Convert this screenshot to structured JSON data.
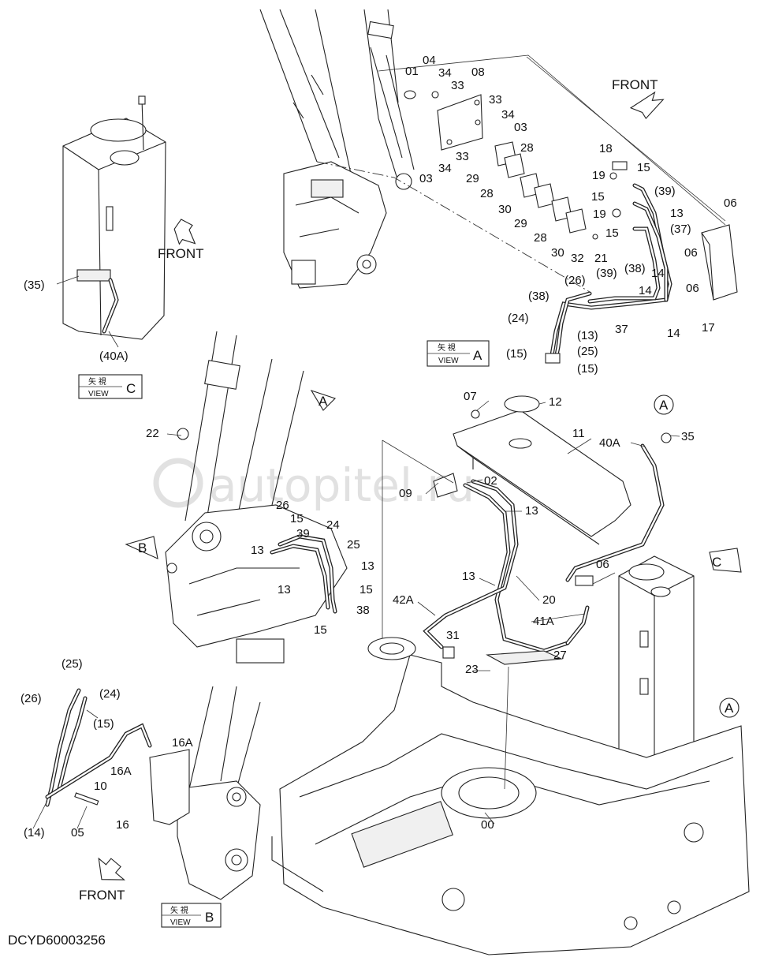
{
  "drawing": {
    "code": "DCYD60003256",
    "watermark": "autopitel.ru"
  },
  "views": {
    "view_word": "VIEW",
    "kanji": "矢 視",
    "a": "A",
    "b": "B",
    "c": "C"
  },
  "front_label": "FRONT",
  "callouts": {
    "a_top": "A",
    "b_left": "B",
    "c_right": "C",
    "a_circle_top": "A",
    "a_circle_right": "A"
  },
  "labels_view_a": [
    "01",
    "04",
    "34",
    "33",
    "08",
    "33",
    "34",
    "03",
    "03",
    "34",
    "33",
    "29",
    "28",
    "28",
    "29",
    "28",
    "30",
    "30",
    "32",
    "21",
    "18",
    "19",
    "15",
    "(39)",
    "15",
    "19",
    "13",
    "(37)",
    "15",
    "(38)",
    "06",
    "17",
    "14",
    "06",
    "14",
    "14",
    "37",
    "(26)",
    "(39)",
    "(38)",
    "(24)",
    "(13)",
    "(25)",
    "(15)",
    "(15)",
    "06"
  ],
  "labels_view_c": [
    "(35)",
    "(40A)"
  ],
  "labels_main": [
    "07",
    "12",
    "11",
    "40A",
    "35",
    "06",
    "09",
    "02",
    "13",
    "13",
    "20",
    "42A",
    "41A",
    "31",
    "27",
    "23",
    "00",
    "22",
    "26",
    "15",
    "39",
    "24",
    "13",
    "25",
    "13",
    "13",
    "15",
    "38",
    "15"
  ],
  "labels_view_b": [
    "(25)",
    "(26)",
    "(24)",
    "(15)",
    "16A",
    "16A",
    "10",
    "(14)",
    "05",
    "16"
  ]
}
